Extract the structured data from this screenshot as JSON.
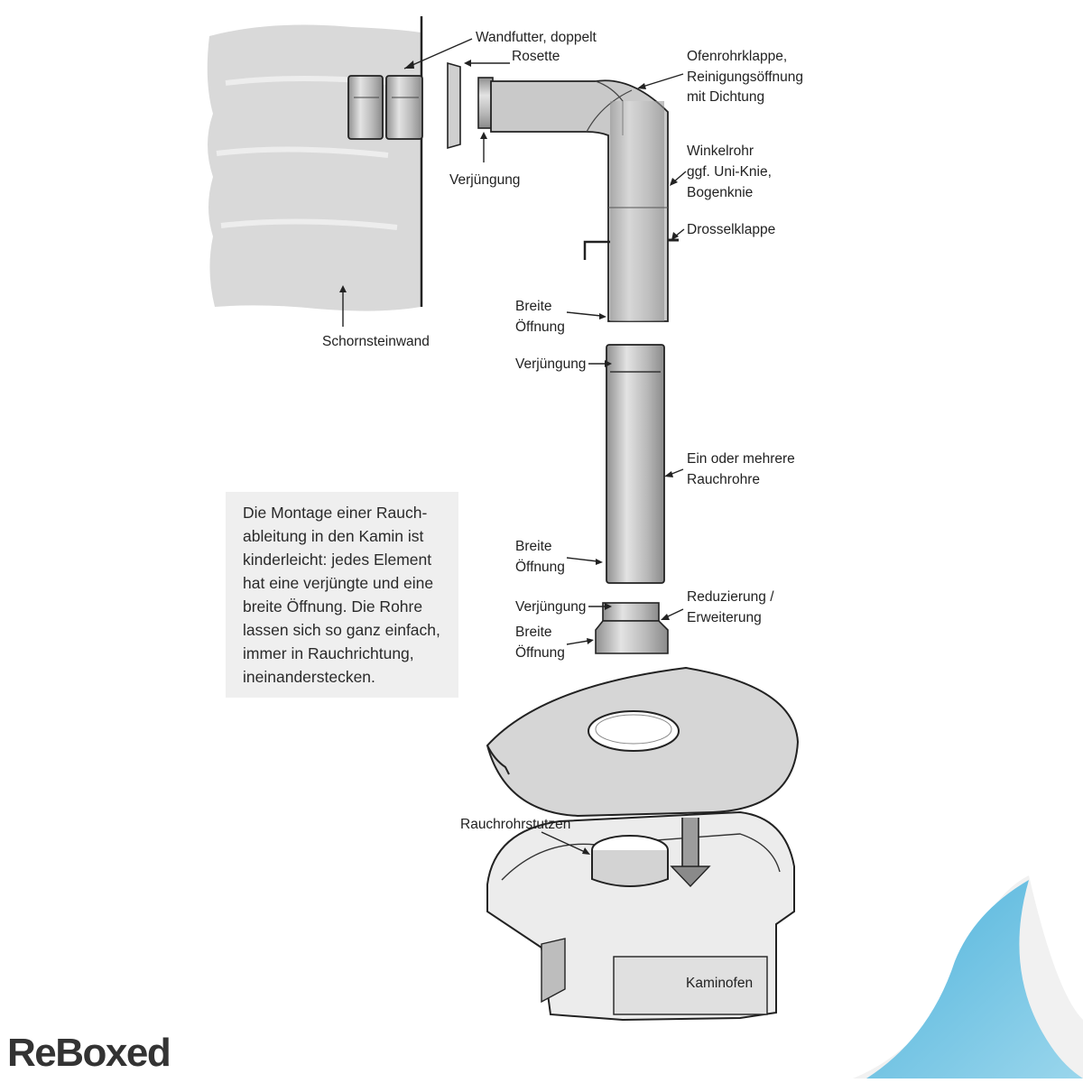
{
  "labels": {
    "wandfutter": "Wandfutter, doppelt",
    "rosette": "Rosette",
    "ofenrohrklappe_1": "Ofenrohrklappe,",
    "ofenrohrklappe_2": "Reinigungsöffnung",
    "ofenrohrklappe_3": "mit Dichtung",
    "verjuengung_top": "Verjüngung",
    "winkelrohr_1": "Winkelrohr",
    "winkelrohr_2": "ggf. Uni-Knie,",
    "winkelrohr_3": "Bogenknie",
    "drosselklappe": "Drosselklappe",
    "schornsteinwand": "Schornsteinwand",
    "breite_1a": "Breite",
    "breite_1b": "Öffnung",
    "verjuengung_mid": "Verjüngung",
    "rauchrohre_1": "Ein oder mehrere",
    "rauchrohre_2": "Rauchrohre",
    "breite_2a": "Breite",
    "breite_2b": "Öffnung",
    "verjuengung_low": "Verjüngung",
    "reduzierung_1": "Reduzierung /",
    "reduzierung_2": "Erweiterung",
    "breite_3a": "Breite",
    "breite_3b": "Öffnung",
    "rauchrohrstutzen": "Rauchrohrstutzen",
    "kaminofen": "Kaminofen"
  },
  "info_box": {
    "text": "Die Montage einer Rauch-\nableitung in den Kamin ist\nkinderleicht: jedes Element\nhat eine verjüngte und eine\nbreite Öffnung. Die Rohre\nlassen sich so ganz einfach,\nimmer in Rauchrichtung,\nineinanderstecken."
  },
  "brand": {
    "logo_text": "ReBoxed"
  },
  "colors": {
    "wall": "#d9d9d9",
    "pipe": "#c4c4c4",
    "plate": "#d6d6d6",
    "corner_curl": "#7cc8e4",
    "ink": "#222222"
  }
}
